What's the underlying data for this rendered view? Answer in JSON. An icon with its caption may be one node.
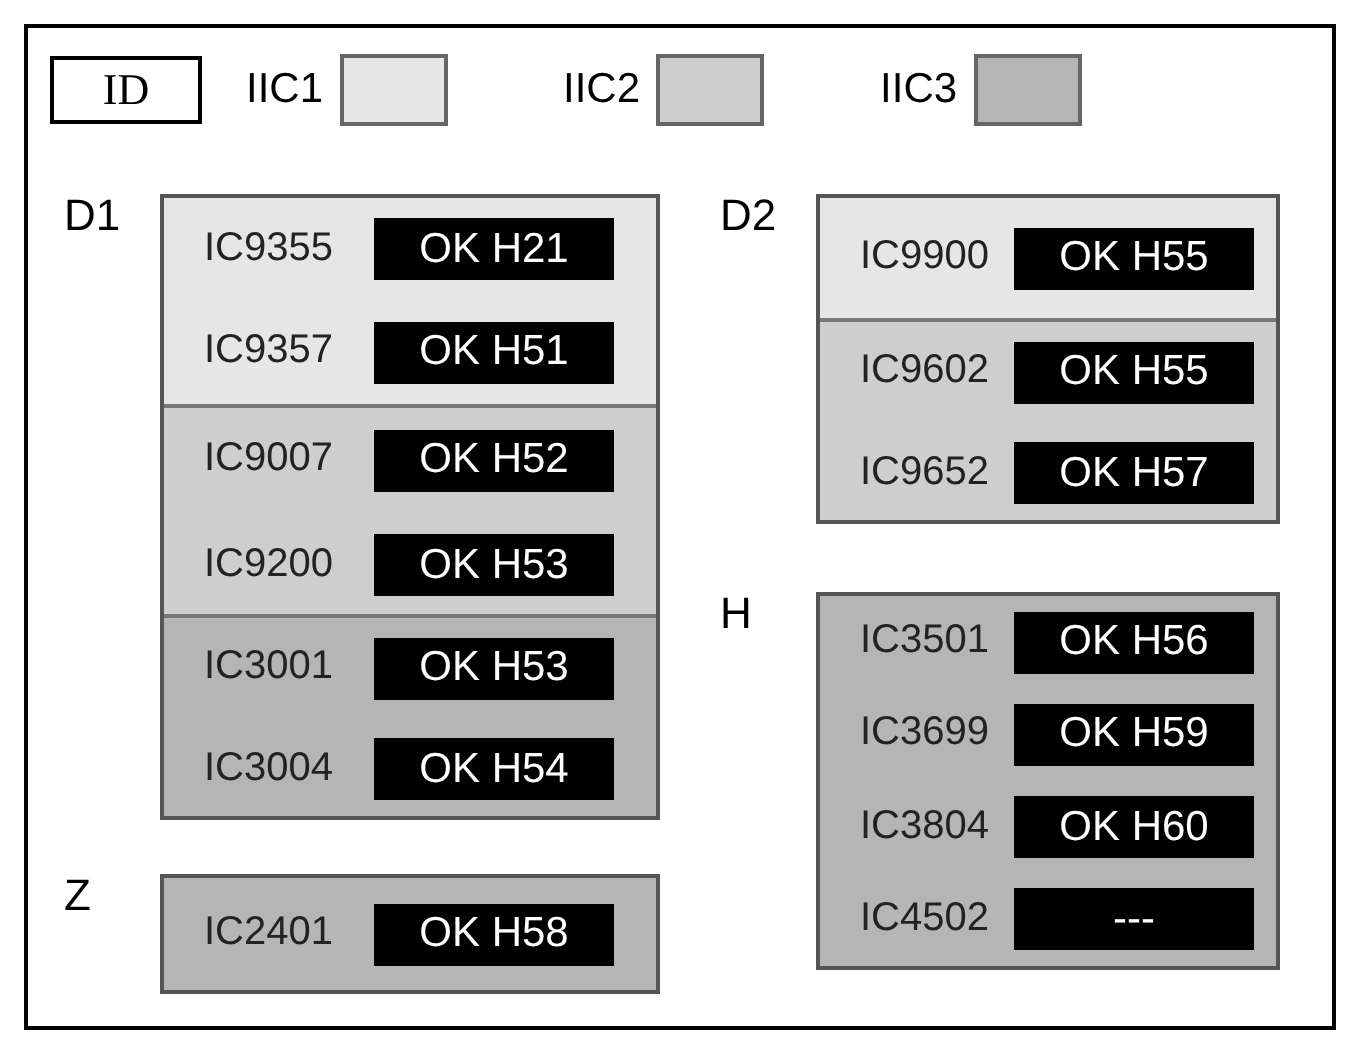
{
  "diagram": {
    "nodes": [
      {
        "text": [
          "D1"
        ]
      },
      {
        "text": [],
        "shape": "box",
        "in": 0
      },
      {
        "text": [
          "OK H21"
        ],
        "beside": [
          "IC9355"
        ],
        "in": 1
      },
      {
        "text": [
          "OK H51"
        ],
        "beside": [
          "IC9357"
        ],
        "in": 1
      },
      {
        "text": [],
        "shape": "box",
        "in": 0
      },
      {
        "text": [
          "OK H52"
        ],
        "beside": [
          "IC9007"
        ],
        "in": 4
      },
      {
        "text": [
          "OK H53"
        ],
        "beside": [
          "IC9200"
        ],
        "in": 4
      },
      {
        "text": [],
        "shape": "box",
        "in": 0
      },
      {
        "text": [
          "OK H53"
        ],
        "beside": [
          "IC3001"
        ],
        "in": 7
      },
      {
        "text": [
          "OK H54"
        ],
        "beside": [
          "IC3004"
        ],
        "in": 7
      },
      {
        "text": [
          "D2"
        ]
      },
      {
        "text": [],
        "shape": "box",
        "in": 10
      },
      {
        "text": [
          "OK H55"
        ],
        "beside": [
          "IC9900"
        ],
        "in": 11
      },
      {
        "text": [],
        "shape": "box",
        "in": 10
      },
      {
        "text": [
          "OK H55"
        ],
        "beside": [
          "IC9602"
        ],
        "in": 13
      },
      {
        "text": [
          "OK H57"
        ],
        "beside": [
          "IC9652"
        ],
        "in": 13
      },
      {
        "text": [
          "H"
        ]
      },
      {
        "text": [],
        "shape": "box",
        "in": 16
      },
      {
        "text": [
          "OK H56"
        ],
        "beside": [
          "IC3501"
        ],
        "in": 17
      },
      {
        "text": [
          "OK H59"
        ],
        "beside": [
          "IC3699"
        ],
        "in": 17
      },
      {
        "text": [
          "OK H60"
        ],
        "beside": [
          "IC3804"
        ],
        "in": 17
      },
      {
        "text": [
          "---"
        ],
        "beside": [
          "IC4502"
        ],
        "in": 17
      },
      {
        "text": [
          "Z"
        ]
      },
      {
        "text": [],
        "shape": "box",
        "in": 22
      },
      {
        "text": [
          "OK H58"
        ],
        "beside": [
          "IC2401"
        ],
        "in": 23
      }
    ],
    "edges": [],
    "labels": [
      "ID"
    ],
    "legend": [
      {
        "text": "IIC1",
        "color": "#e6e6e6"
      },
      {
        "text": "IIC2",
        "color": "#cecece"
      },
      {
        "text": "IIC3",
        "color": "#b5b5b5"
      }
    ]
  }
}
